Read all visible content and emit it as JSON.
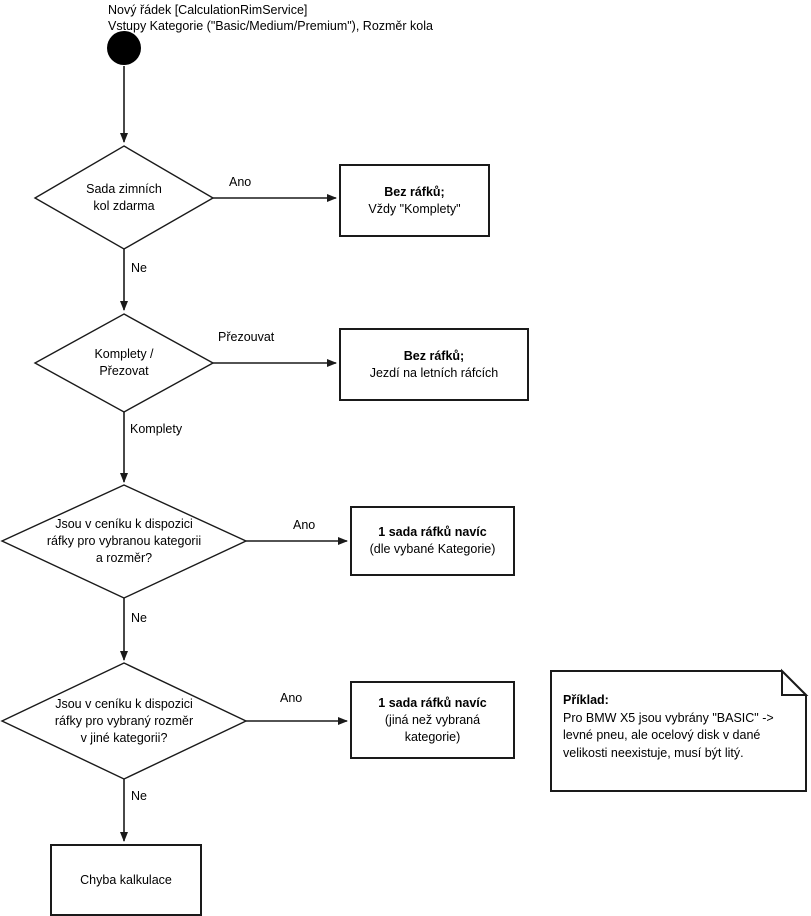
{
  "diagram": {
    "title_lines": [
      "Nový řádek [CalculationRimService]",
      "Vstupy Kategorie (\"Basic/Medium/Premium\"), Rozměr kola"
    ],
    "start_node": {
      "name": "start-node"
    },
    "decisions": [
      {
        "id": "d1",
        "lines": [
          "Sada zimních",
          "kol zdarma"
        ],
        "yes_label": "Ano",
        "no_label": "Ne"
      },
      {
        "id": "d2",
        "lines": [
          "Komplety /",
          "Přezovat"
        ],
        "yes_label": "Přezouvat",
        "no_label": "Komplety"
      },
      {
        "id": "d3",
        "lines": [
          "Jsou v ceníku k dispozici",
          "ráfky pro vybranou kategorii",
          "a rozměr?"
        ],
        "yes_label": "Ano",
        "no_label": "Ne"
      },
      {
        "id": "d4",
        "lines": [
          "Jsou v ceníku k dispozici",
          "ráfky pro vybraný rozměr",
          "v jiné kategorii?"
        ],
        "yes_label": "Ano",
        "no_label": "Ne"
      }
    ],
    "outcomes": [
      {
        "id": "o1",
        "bold_line": "Bez ráfků;",
        "lines": [
          "Vždy \"Komplety\""
        ]
      },
      {
        "id": "o2",
        "bold_line": "Bez ráfků;",
        "lines": [
          "Jezdí na letních ráfcích"
        ]
      },
      {
        "id": "o3",
        "bold_line": "1 sada ráfků navíc",
        "lines": [
          "(dle vybané Kategorie)"
        ]
      },
      {
        "id": "o4",
        "bold_line": "1 sada ráfků navíc",
        "lines": [
          "(jiná než vybraná",
          "kategorie)"
        ]
      }
    ],
    "error_node": {
      "label": "Chyba kalkulace"
    },
    "note": {
      "bold_line": "Příklad:",
      "lines": [
        "Pro BMW X5 jsou vybrány \"BASIC\" ->",
        "levné pneu, ale ocelový disk v dané",
        "velikosti neexistuje, musí být litý."
      ]
    },
    "colors": {
      "stroke": "#1a1a1a",
      "fill": "#ffffff",
      "text": "#000000",
      "start_fill": "#000000"
    }
  }
}
